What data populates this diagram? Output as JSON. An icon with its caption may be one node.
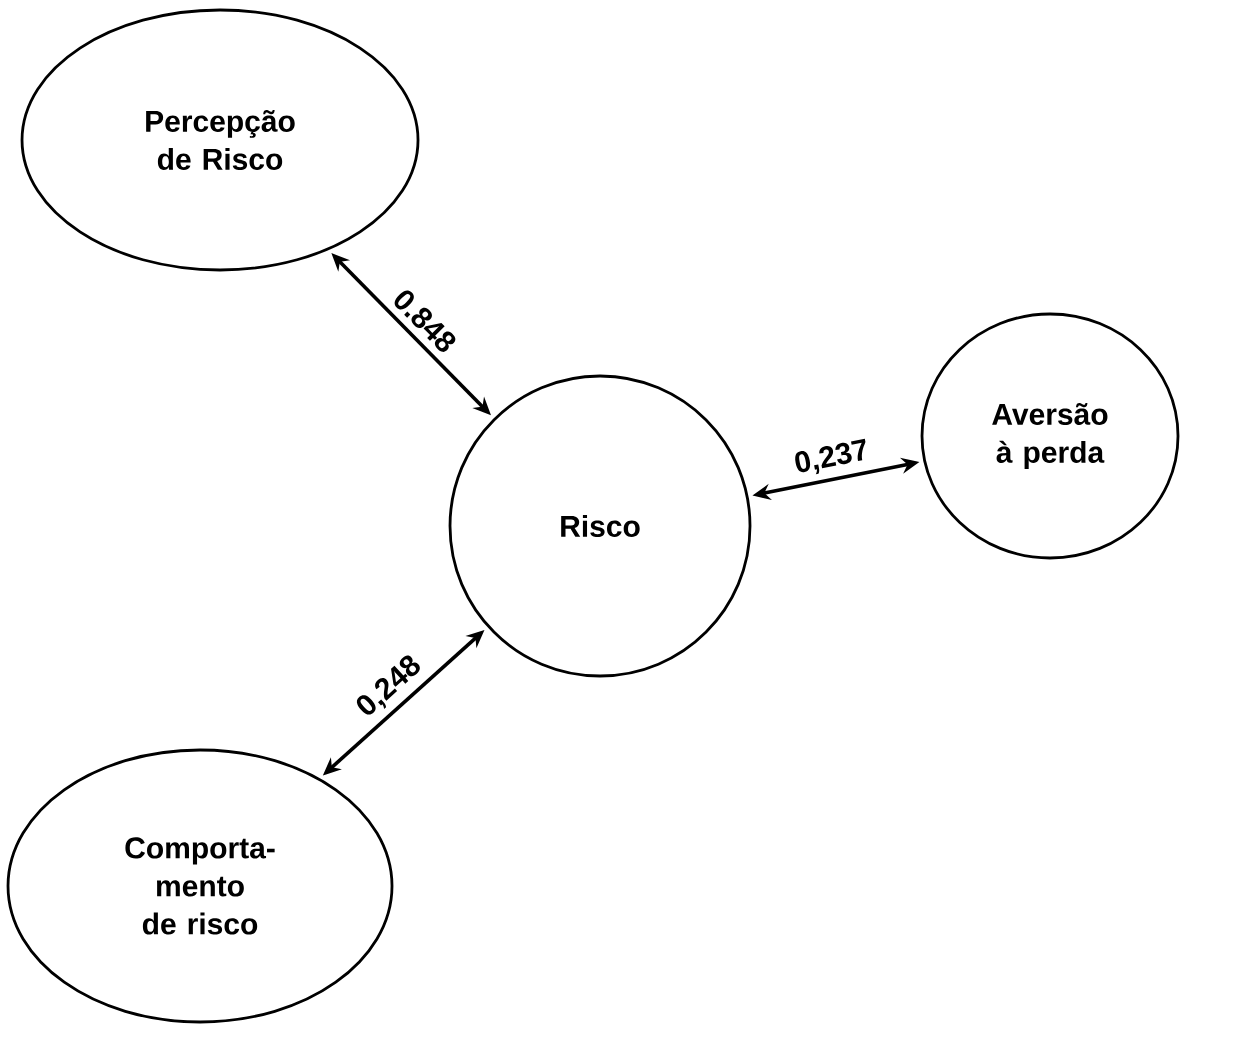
{
  "diagram": {
    "nodes": [
      {
        "text": [
          "Percepção de Risco"
        ]
      },
      {
        "text": [
          "Aversão à perda"
        ]
      },
      {
        "text": [
          "Risco"
        ]
      },
      {
        "text": [
          "Comporta- mento de risco"
        ]
      }
    ],
    "edges": [
      {
        "from": 0,
        "to": 2,
        "arrow": "both",
        "label": "0.848"
      },
      {
        "from": 2,
        "to": 1,
        "arrow": "both",
        "label": "0,237"
      },
      {
        "from": 3,
        "to": 2,
        "arrow": "both",
        "label": "0,248"
      }
    ]
  }
}
